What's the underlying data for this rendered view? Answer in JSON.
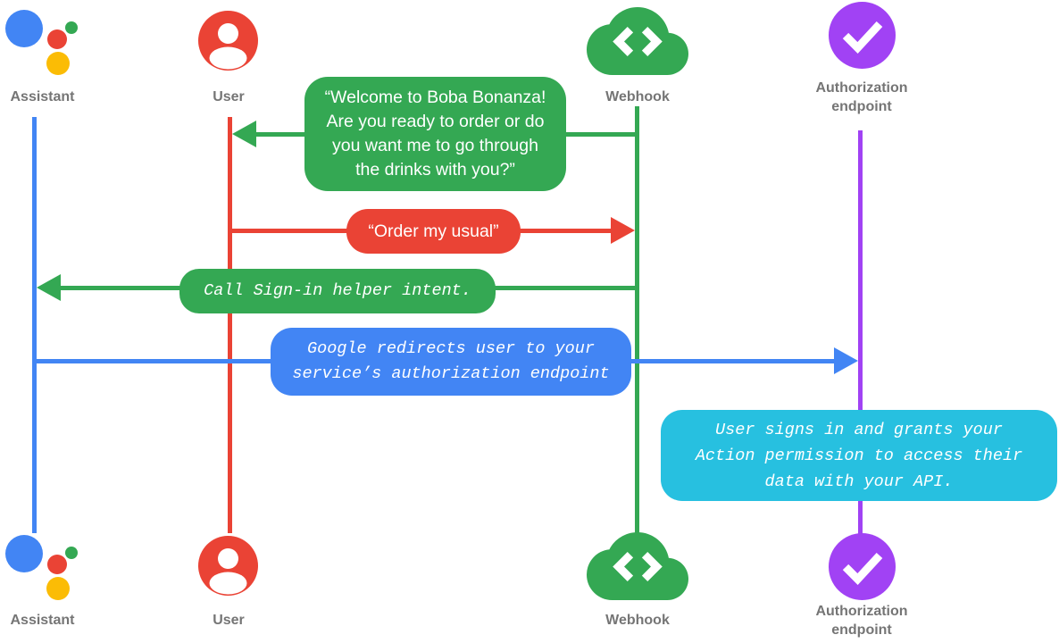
{
  "diagram": {
    "type": "sequence-diagram",
    "background": "#ffffff",
    "colors": {
      "assistant_blue": "#4285F4",
      "user_red": "#EA4335",
      "webhook_green": "#34A853",
      "auth_purple": "#A142F4",
      "note_cyan": "#27C0E0",
      "assistant_logo_yellow": "#FBBC05",
      "label_gray": "#757575"
    },
    "actors": {
      "assistant": {
        "label": "Assistant",
        "icon": "google-assistant-icon",
        "color": "#4285F4"
      },
      "user": {
        "label": "User",
        "icon": "person-icon",
        "color": "#EA4335"
      },
      "webhook": {
        "label": "Webhook",
        "icon": "cloud-code-icon",
        "color": "#34A853"
      },
      "auth": {
        "label": "Authorization endpoint",
        "icon": "check-circle-icon",
        "color": "#A142F4"
      }
    },
    "messages": {
      "welcome": {
        "from": "Webhook",
        "to": "User",
        "direction": "left",
        "color": "#34A853",
        "style": "speech",
        "lines": [
          "“Welcome to Boba Bonanza!",
          "Are you ready to order or do",
          "you want me to go through",
          "the drinks with you?”"
        ]
      },
      "order": {
        "from": "User",
        "to": "Webhook",
        "direction": "right",
        "color": "#EA4335",
        "style": "speech",
        "lines": [
          "“Order my usual”"
        ]
      },
      "signin": {
        "from": "Webhook",
        "to": "Assistant",
        "direction": "left",
        "color": "#34A853",
        "style": "code-italic",
        "lines": [
          "Call Sign-in helper intent."
        ]
      },
      "redirect": {
        "from": "Assistant",
        "to": "Authorization endpoint",
        "direction": "right",
        "color": "#4285F4",
        "style": "code-italic",
        "lines": [
          "Google redirects user to your",
          "service’s authorization endpoint"
        ]
      },
      "grant_note": {
        "on": "Authorization endpoint",
        "color": "#27C0E0",
        "style": "code-italic",
        "lines": [
          "User signs in and grants your",
          "Action permission to access their",
          "data with your API."
        ]
      }
    }
  }
}
